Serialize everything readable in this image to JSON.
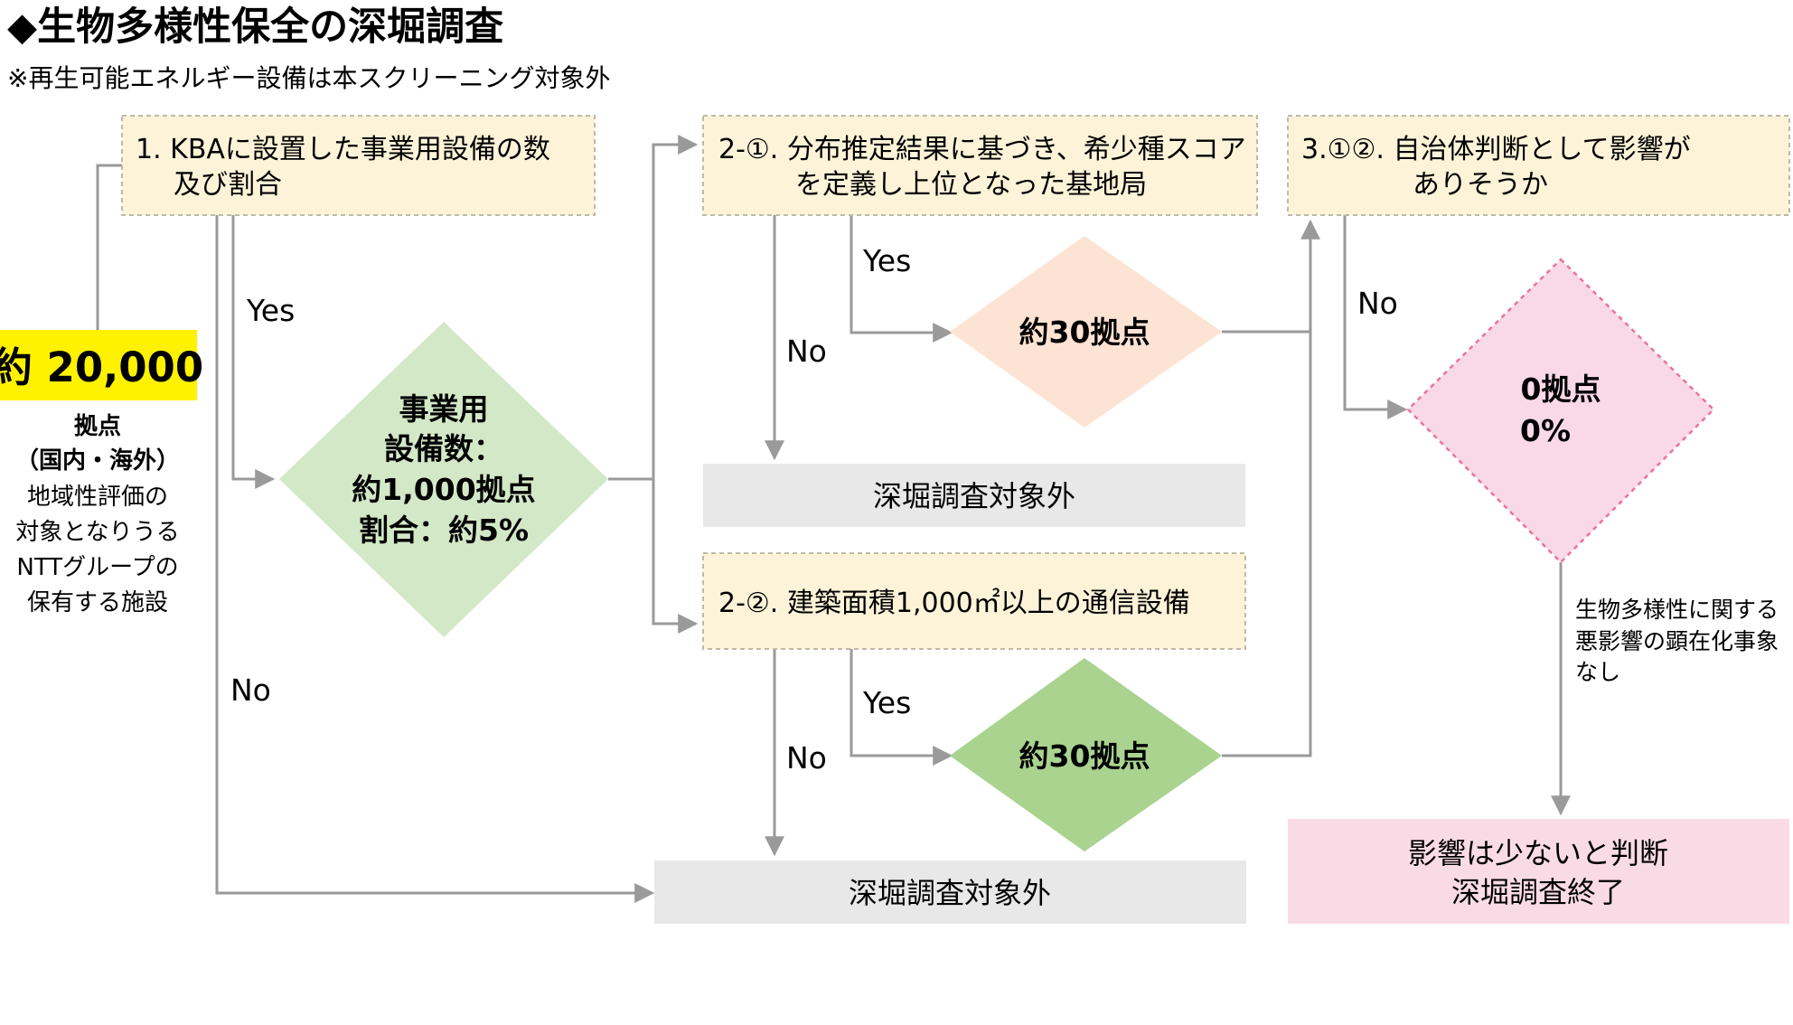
{
  "title": "◆生物多様性保全の深堀調査",
  "subtitle": "※再生可能エネルギー設備は本スクリーニング対象外",
  "colors": {
    "step_fill": "#fdf3d8",
    "step_border": "#bfb9a8",
    "diamond_green_light": "#d3e8c7",
    "diamond_peach": "#fde3d3",
    "diamond_green": "#a9d38f",
    "diamond_pink": "#f9d9e6",
    "diamond_pink_border": "#e9739f",
    "grey_box": "#e8e8e8",
    "pink_box": "#f9dbe6",
    "highlight": "#fff200",
    "line": "#9a9a9a"
  },
  "start": {
    "value": "約 20,000",
    "unit": "拠点",
    "scope": "（国内・海外）",
    "desc": [
      "地域性評価の",
      "対象となりうる",
      "NTTグループの",
      "保有する施設"
    ]
  },
  "step1": {
    "lines": [
      "1.  KBAに設置した事業用設備の数",
      "及び割合"
    ]
  },
  "diamond1": {
    "lines": [
      "事業用",
      "設備数：",
      "約1,000拠点",
      "割合：約5%"
    ]
  },
  "step2a": {
    "lines": [
      "2-①. 分布推定結果に基づき、希少種スコア",
      "を定義し上位となった基地局"
    ]
  },
  "diamond2a": {
    "label": "約30拠点"
  },
  "step2b": {
    "label": "2-②.  建築面積1,000㎡以上の通信設備"
  },
  "diamond2b": {
    "label": "約30拠点"
  },
  "step3": {
    "lines": [
      "3.①②.   自治体判断として影響が",
      "ありそうか"
    ]
  },
  "diamond3": {
    "lines": [
      "0拠点",
      "0%"
    ]
  },
  "excluded_top": {
    "label": "深堀調査対象外"
  },
  "excluded_bottom": {
    "label": "深堀調査対象外"
  },
  "note3": {
    "lines": [
      "生物多様性に関する",
      "悪影響の顕在化事象",
      "なし"
    ]
  },
  "final": {
    "lines": [
      "影響は少ないと判断",
      "深堀調査終了"
    ]
  },
  "labels": {
    "yes1": "Yes",
    "no1": "No",
    "yes2a": "Yes",
    "no2a": "No",
    "yes2b": "Yes",
    "no2b": "No",
    "no3": "No"
  }
}
